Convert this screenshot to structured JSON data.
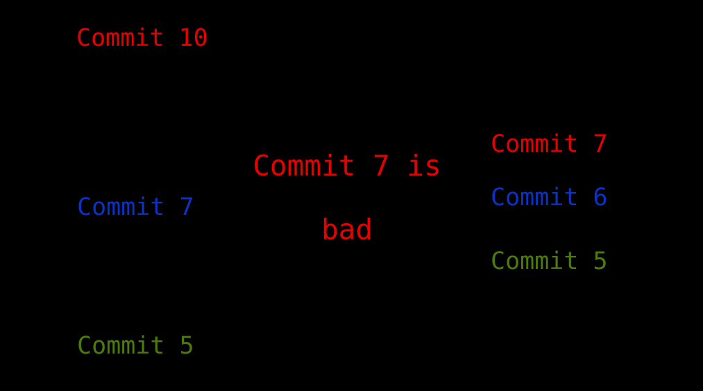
{
  "diagram": {
    "background": "#000000",
    "colors": {
      "red": "#e60000",
      "blue": "#0a32c8",
      "green": "#4b7c0a"
    },
    "left_column": [
      {
        "label": "Commit 10",
        "color": "red"
      },
      {
        "label": "Commit 7",
        "color": "blue"
      },
      {
        "label": "Commit 5",
        "color": "green"
      }
    ],
    "center_note": {
      "line1": "Commit 7 is",
      "line2": "bad",
      "color": "red"
    },
    "right_column": [
      {
        "label": "Commit 7",
        "color": "red"
      },
      {
        "label": "Commit 6",
        "color": "blue"
      },
      {
        "label": "Commit 5",
        "color": "green"
      }
    ]
  }
}
